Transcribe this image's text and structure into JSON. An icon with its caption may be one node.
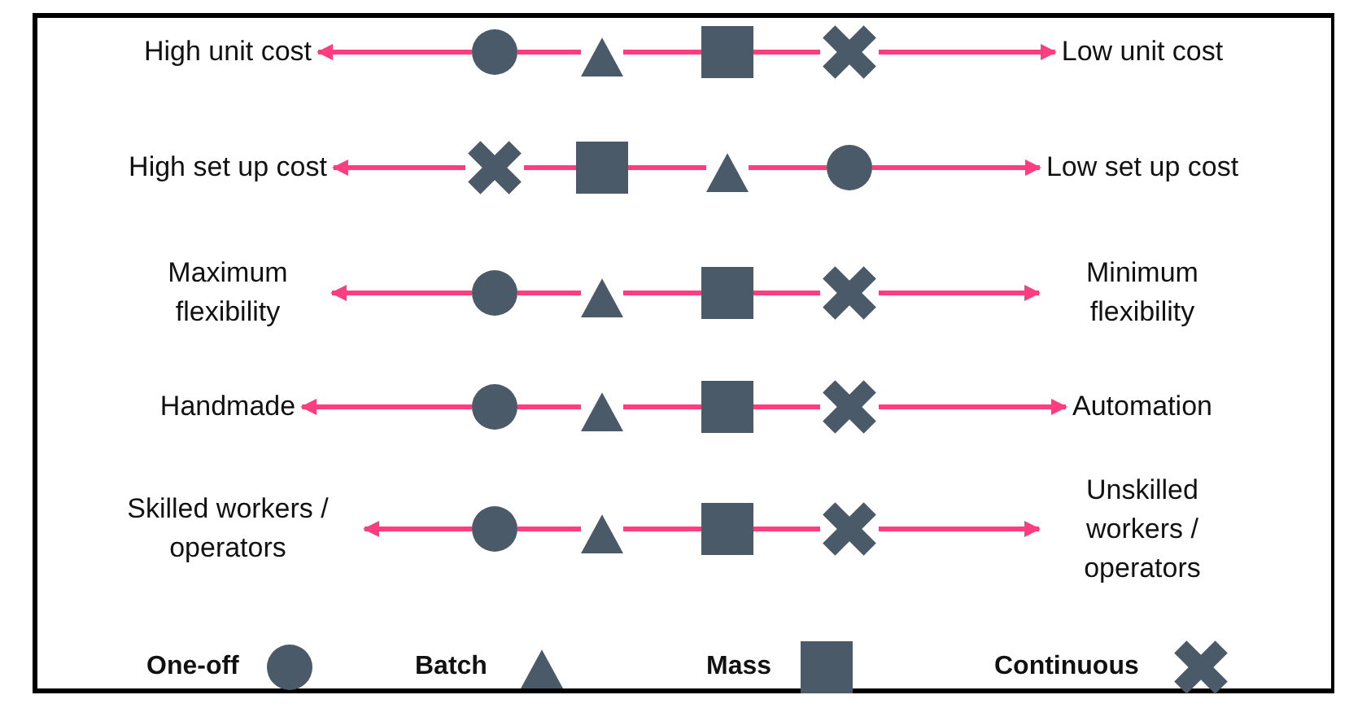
{
  "diagram": {
    "nodes": [
      {
        "text": [
          "High unit cost"
        ]
      },
      {
        "text": [],
        "shape": "circle"
      },
      {
        "text": [],
        "shape": "triangle"
      },
      {
        "text": [],
        "shape": "box"
      },
      {
        "text": [],
        "shape": "cross"
      },
      {
        "text": [
          "Low unit cost"
        ]
      },
      {
        "text": [
          "High set up cost"
        ]
      },
      {
        "text": [],
        "shape": "cross"
      },
      {
        "text": [],
        "shape": "box"
      },
      {
        "text": [],
        "shape": "triangle"
      },
      {
        "text": [],
        "shape": "circle"
      },
      {
        "text": [
          "Low set up cost"
        ]
      },
      {
        "text": [
          "Maximum flexibility"
        ]
      },
      {
        "text": [],
        "shape": "circle"
      },
      {
        "text": [],
        "shape": "triangle"
      },
      {
        "text": [],
        "shape": "box"
      },
      {
        "text": [],
        "shape": "cross"
      },
      {
        "text": [
          "Minimum flexibility"
        ]
      },
      {
        "text": [
          "Handmade"
        ]
      },
      {
        "text": [],
        "shape": "circle"
      },
      {
        "text": [],
        "shape": "triangle"
      },
      {
        "text": [],
        "shape": "box"
      },
      {
        "text": [],
        "shape": "cross"
      },
      {
        "text": [
          "Automation"
        ]
      },
      {
        "text": [
          "Skilled workers / operators"
        ]
      },
      {
        "text": [],
        "shape": "circle"
      },
      {
        "text": [],
        "shape": "triangle"
      },
      {
        "text": [],
        "shape": "box"
      },
      {
        "text": [],
        "shape": "cross"
      },
      {
        "text": [
          "Unskilled workers / operators"
        ]
      }
    ],
    "edges": [
      {
        "from": 1,
        "to": 0,
        "arrow": "to"
      },
      {
        "from": 1,
        "to": 2,
        "arrow": "none"
      },
      {
        "from": 2,
        "to": 3,
        "arrow": "none"
      },
      {
        "from": 3,
        "to": 4,
        "arrow": "none"
      },
      {
        "from": 4,
        "to": 5,
        "arrow": "to"
      },
      {
        "from": 7,
        "to": 6,
        "arrow": "to"
      },
      {
        "from": 7,
        "to": 8,
        "arrow": "none"
      },
      {
        "from": 8,
        "to": 9,
        "arrow": "none"
      },
      {
        "from": 9,
        "to": 10,
        "arrow": "none"
      },
      {
        "from": 10,
        "to": 11,
        "arrow": "to"
      },
      {
        "from": 13,
        "to": 12,
        "arrow": "to"
      },
      {
        "from": 13,
        "to": 14,
        "arrow": "none"
      },
      {
        "from": 14,
        "to": 15,
        "arrow": "none"
      },
      {
        "from": 15,
        "to": 16,
        "arrow": "none"
      },
      {
        "from": 16,
        "to": 17,
        "arrow": "to"
      },
      {
        "from": 19,
        "to": 18,
        "arrow": "to"
      },
      {
        "from": 19,
        "to": 20,
        "arrow": "none"
      },
      {
        "from": 20,
        "to": 21,
        "arrow": "none"
      },
      {
        "from": 21,
        "to": 22,
        "arrow": "none"
      },
      {
        "from": 22,
        "to": 23,
        "arrow": "to"
      },
      {
        "from": 25,
        "to": 24,
        "arrow": "to"
      },
      {
        "from": 25,
        "to": 26,
        "arrow": "none"
      },
      {
        "from": 26,
        "to": 27,
        "arrow": "none"
      },
      {
        "from": 27,
        "to": 28,
        "arrow": "none"
      },
      {
        "from": 28,
        "to": 29,
        "arrow": "to"
      }
    ],
    "legend": [
      {
        "text": "One-off"
      },
      {
        "text": "Batch"
      },
      {
        "text": "Mass"
      },
      {
        "text": "Continuous"
      }
    ]
  }
}
